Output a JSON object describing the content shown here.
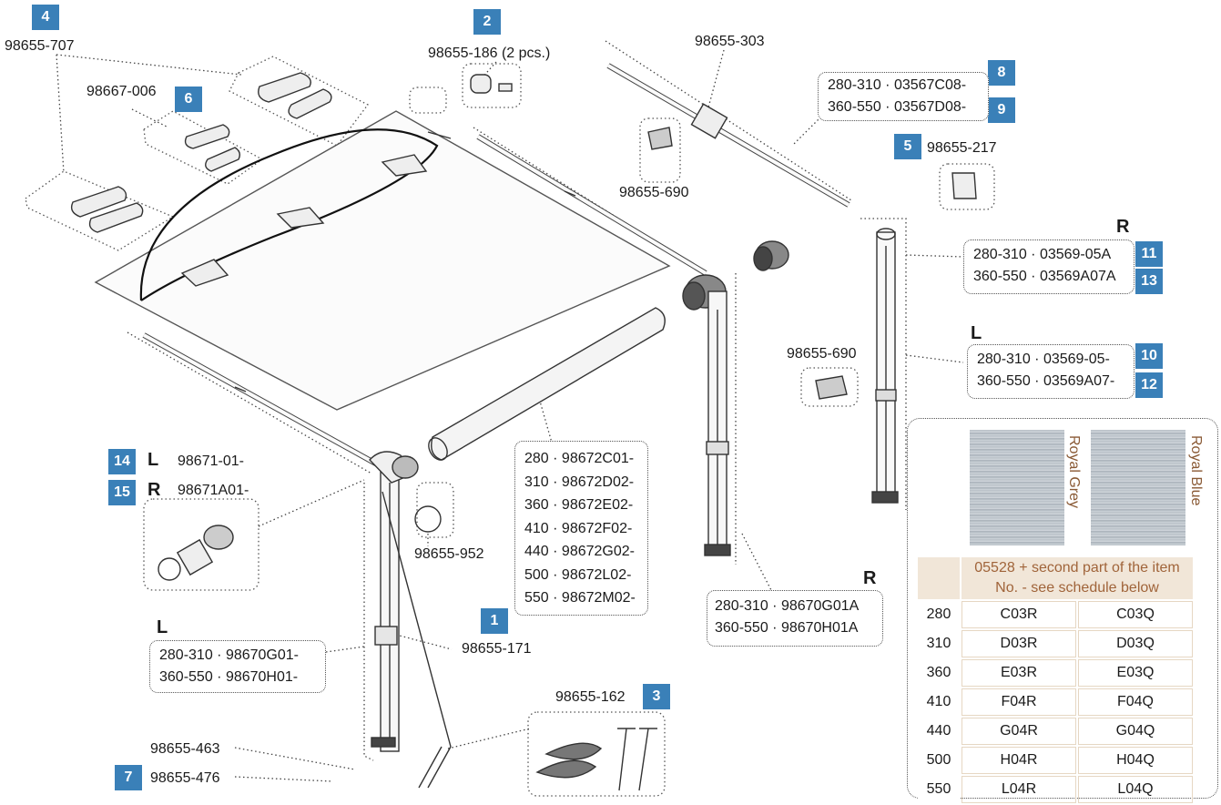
{
  "badges": {
    "b1": "1",
    "b2": "2",
    "b3": "3",
    "b4": "4",
    "b5": "5",
    "b6": "6",
    "b7": "7",
    "b8": "8",
    "b9": "9",
    "b10": "10",
    "b11": "11",
    "b12": "12",
    "b13": "13",
    "b14": "14",
    "b15": "15"
  },
  "parts": {
    "p4": "98655-707",
    "p6": "98667-006",
    "p2": "98655-186 (2 pcs.)",
    "p690a": "98655-690",
    "p303": "98655-303",
    "p5": "98655-217",
    "p690b": "98655-690",
    "p952": "98655-952",
    "p171": "98655-171",
    "p162": "98655-162",
    "p463": "98655-463",
    "p476": "98655-476",
    "p14": "98671-01-",
    "p15": "98671A01-"
  },
  "arm_codes": [
    "280-310 · 03567C08-",
    "360-550 · 03567D08-"
  ],
  "right_upper": {
    "side": "R",
    "lines": [
      "280-310 · 03569-05A",
      "360-550 · 03569A07A"
    ]
  },
  "left_upper": {
    "side": "L",
    "lines": [
      "280-310 · 03569-05-",
      "360-550 · 03569A07-"
    ]
  },
  "side_L": "L",
  "side_R": "R",
  "roller_codes": [
    "280 · 98672C01-",
    "310 · 98672D02-",
    "360 · 98672E02-",
    "410 · 98672F02-",
    "440 · 98672G02-",
    "500 · 98672L02-",
    "550 · 98672M02-"
  ],
  "right_leg": {
    "side": "R",
    "lines": [
      "280-310 · 98670G01A",
      "360-550 · 98670H01A"
    ]
  },
  "left_leg": {
    "side": "L",
    "lines": [
      "280-310 · 98670G01-",
      "360-550 · 98670H01-"
    ]
  },
  "fabric": {
    "swatches": [
      "Royal Grey",
      "Royal Blue"
    ],
    "header": "05528 + second part of the item No. - see schedule below",
    "rows": [
      {
        "size": "280",
        "grey": "C03R",
        "blue": "C03Q"
      },
      {
        "size": "310",
        "grey": "D03R",
        "blue": "D03Q"
      },
      {
        "size": "360",
        "grey": "E03R",
        "blue": "E03Q"
      },
      {
        "size": "410",
        "grey": "F04R",
        "blue": "F04Q"
      },
      {
        "size": "440",
        "grey": "G04R",
        "blue": "G04Q"
      },
      {
        "size": "500",
        "grey": "H04R",
        "blue": "H04Q"
      },
      {
        "size": "550",
        "grey": "L04R",
        "blue": "L04Q"
      }
    ]
  }
}
